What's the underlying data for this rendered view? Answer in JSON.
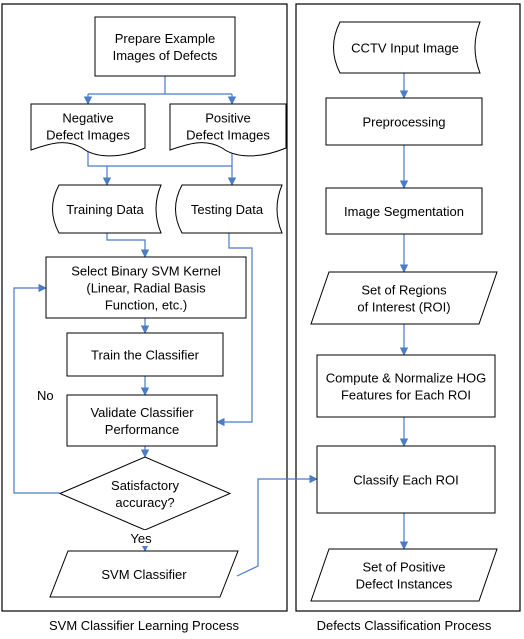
{
  "colors": {
    "edge": "#4a7cc7",
    "stroke": "#000000",
    "fill": "#ffffff"
  },
  "panels": {
    "left": {
      "caption": "SVM Classifier Learning Process"
    },
    "right": {
      "caption": "Defects Classification Process"
    }
  },
  "nodes": {
    "prepare": {
      "shape": "process",
      "lines": [
        "Prepare Example",
        "Images of Defects"
      ]
    },
    "negative": {
      "shape": "document",
      "lines": [
        "Negative",
        "Defect Images"
      ]
    },
    "positive": {
      "shape": "document",
      "lines": [
        "Positive",
        "Defect Images"
      ]
    },
    "training": {
      "shape": "stored-data",
      "lines": [
        "Training Data"
      ]
    },
    "testing": {
      "shape": "stored-data",
      "lines": [
        "Testing Data"
      ]
    },
    "kernel": {
      "shape": "process",
      "lines": [
        "Select Binary SVM Kernel",
        "(Linear, Radial Basis",
        "Function, etc.)"
      ]
    },
    "train": {
      "shape": "process",
      "lines": [
        "Train the Classifier"
      ]
    },
    "validate": {
      "shape": "process",
      "lines": [
        "Validate Classifier",
        "Performance"
      ]
    },
    "decision": {
      "shape": "decision",
      "lines": [
        "Satisfactory",
        "accuracy?"
      ]
    },
    "svm": {
      "shape": "data",
      "lines": [
        "SVM Classifier"
      ]
    },
    "cctv": {
      "shape": "stored-data",
      "lines": [
        "CCTV Input Image"
      ]
    },
    "preprocess": {
      "shape": "process",
      "lines": [
        "Preprocessing"
      ]
    },
    "segment": {
      "shape": "process",
      "lines": [
        "Image Segmentation"
      ]
    },
    "roi": {
      "shape": "data",
      "lines": [
        "Set of Regions",
        "of Interest (ROI)"
      ]
    },
    "hog": {
      "shape": "process",
      "lines": [
        "Compute  & Normalize HOG",
        "Features for Each ROI"
      ]
    },
    "classify": {
      "shape": "process",
      "lines": [
        "Classify Each ROI"
      ]
    },
    "result": {
      "shape": "data",
      "lines": [
        "Set of Positive",
        "Defect Instances"
      ]
    }
  },
  "edge_labels": {
    "no": "No",
    "yes": "Yes"
  }
}
